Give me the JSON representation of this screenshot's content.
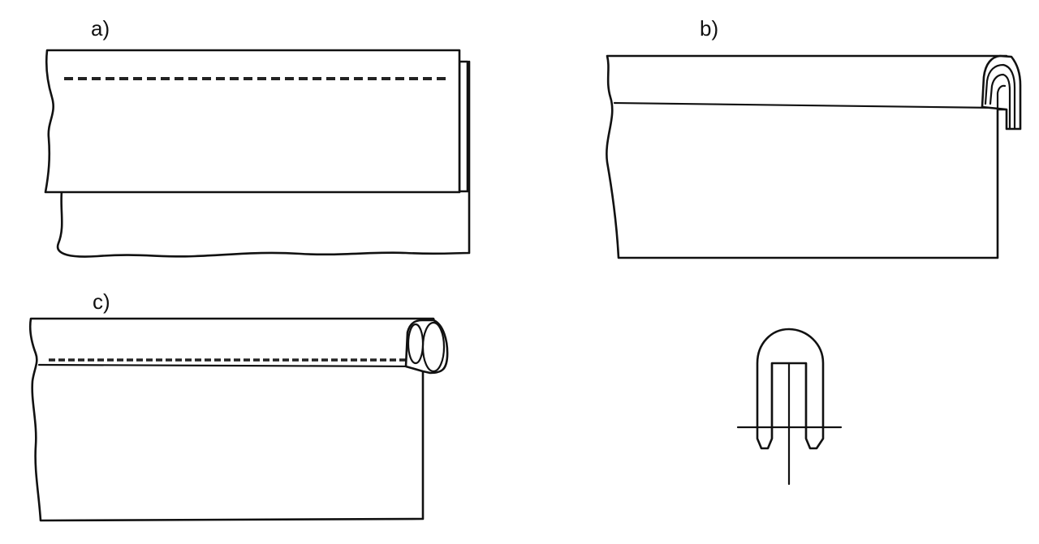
{
  "panels": {
    "a": {
      "label": "a)"
    },
    "b": {
      "label": "b)"
    },
    "c": {
      "label": "c)"
    }
  },
  "colors": {
    "line": "#111111",
    "background": "#ffffff"
  }
}
